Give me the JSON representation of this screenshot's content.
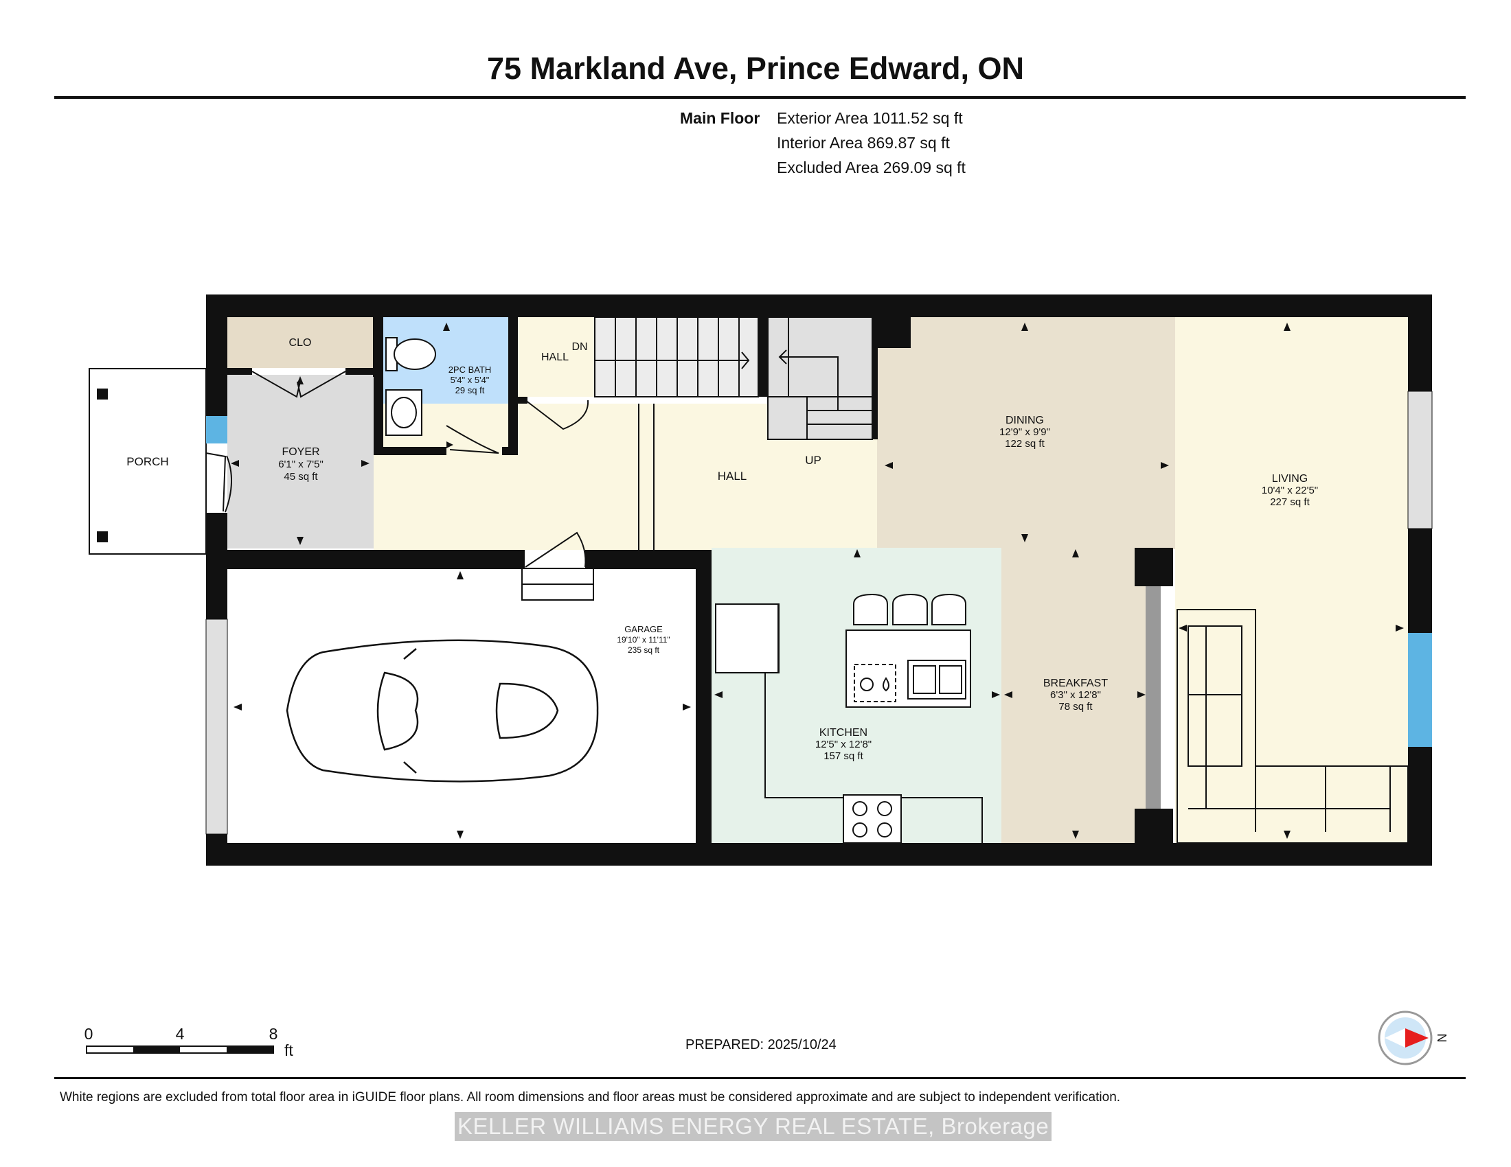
{
  "header": {
    "title": "75 Markland Ave, Prince Edward, ON"
  },
  "summary": {
    "floor_label": "Main Floor",
    "exterior": "Exterior Area 1011.52 sq ft",
    "interior": "Interior Area 869.87 sq ft",
    "excluded": "Excluded Area 269.09 sq ft"
  },
  "rooms": {
    "clo": {
      "name": "CLO"
    },
    "bath": {
      "name": "2PC BATH",
      "dims": "5'4\" x 5'4\"",
      "area": "29 sq ft"
    },
    "hall_dn": {
      "name": "HALL",
      "stair": "DN"
    },
    "hall": {
      "name": "HALL",
      "stair": "UP"
    },
    "foyer": {
      "name": "FOYER",
      "dims": "6'1\" x 7'5\"",
      "area": "45 sq ft"
    },
    "porch": {
      "name": "PORCH"
    },
    "dining": {
      "name": "DINING",
      "dims": "12'9\" x 9'9\"",
      "area": "122 sq ft"
    },
    "living": {
      "name": "LIVING",
      "dims": "10'4\" x 22'5\"",
      "area": "227 sq ft"
    },
    "garage": {
      "name": "GARAGE",
      "dims": "19'10\" x 11'11\"",
      "area": "235 sq ft"
    },
    "kitchen": {
      "name": "KITCHEN",
      "dims": "12'5\" x 12'8\"",
      "area": "157 sq ft"
    },
    "breakfast": {
      "name": "BREAKFAST",
      "dims": "6'3\" x 12'8\"",
      "area": "78 sq ft"
    }
  },
  "scale": {
    "ticks": [
      "0",
      "4",
      "8"
    ],
    "unit": "ft"
  },
  "compass": {
    "label": "N"
  },
  "footer": {
    "prepared": "PREPARED: 2025/10/24",
    "disclaimer": "White regions are excluded from total floor area in iGUIDE floor plans. All room dimensions and floor areas must be considered approximate and are subject to independent verification.",
    "brokerage": "KELLER WILLIAMS ENERGY REAL ESTATE, Brokerage"
  },
  "colors": {
    "wall": "#111111",
    "bath": "#bfe0fb",
    "foyer": "#dcdcdc",
    "closet": "#e6dcc8",
    "hall": "#fbf7e1",
    "dining": "#e9e1cf",
    "living": "#fbf7e1",
    "kitchen": "#e6f2ea",
    "window": "#5db4e3"
  }
}
